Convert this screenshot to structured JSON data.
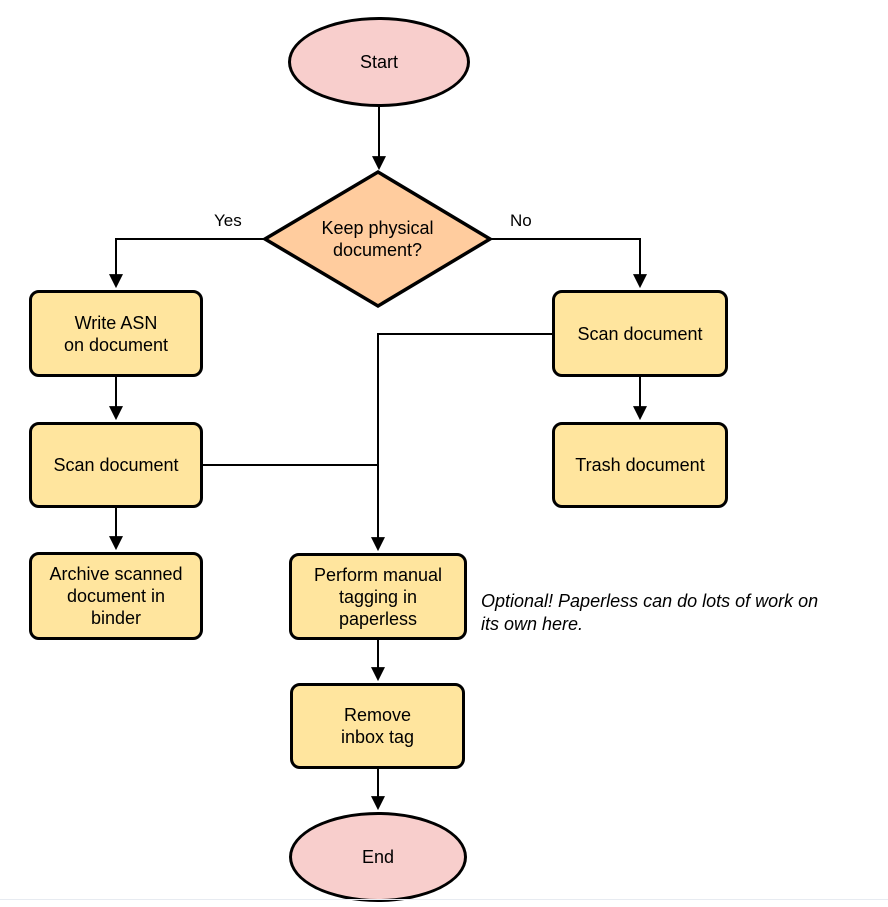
{
  "colors": {
    "terminator_fill": "#F8CECC",
    "decision_fill": "#FFCC9E",
    "process_fill": "#FFE59E",
    "edge_stroke": "#000000"
  },
  "flowchart": {
    "start": "Start",
    "decision": "Keep physical\ndocument?",
    "yes_label": "Yes",
    "no_label": "No",
    "write_asn": "Write ASN\non document",
    "scan_left": "Scan document",
    "archive": "Archive scanned\ndocument in\nbinder",
    "scan_right": "Scan document",
    "trash": "Trash document",
    "tagging": "Perform manual\ntagging in\npaperless",
    "remove": "Remove\ninbox tag",
    "end": "End",
    "annotation": "Optional! Paperless can do lots of work on\nits own here."
  }
}
